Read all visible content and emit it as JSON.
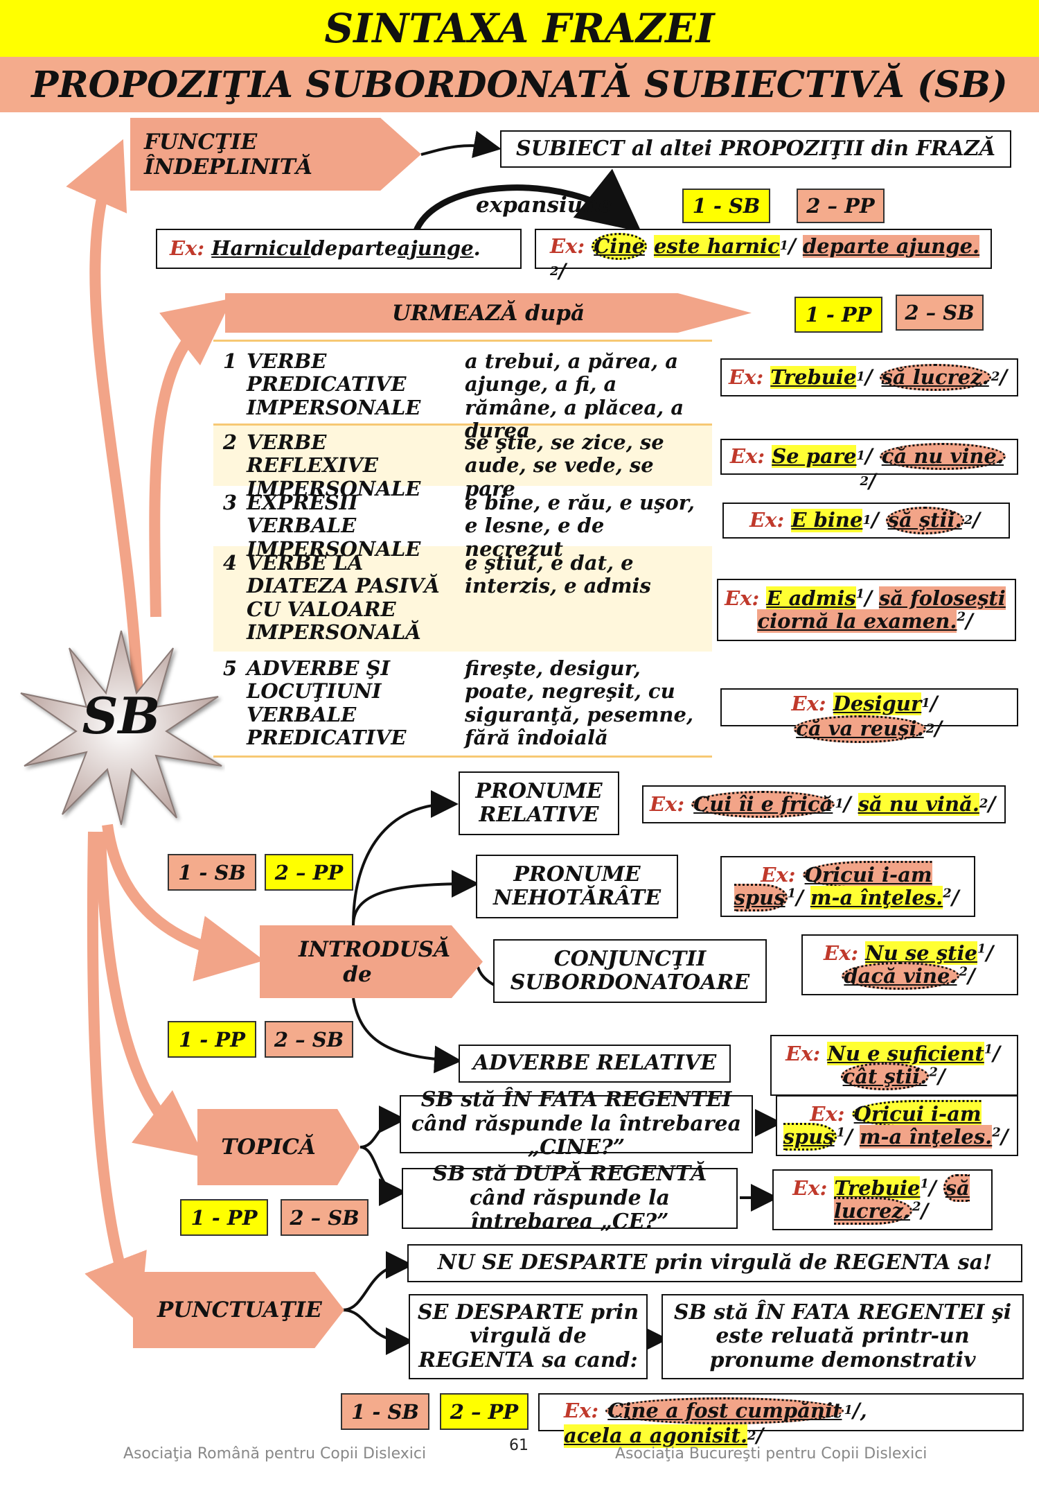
{
  "header": {
    "title": "SINTAXA FRAZEI",
    "subtitle": "PROPOZIŢIA SUBORDONATĂ SUBIECTIVĂ (SB)"
  },
  "center": {
    "label": "SB"
  },
  "functie": {
    "label": "FUNCŢIE ÎNDEPLINITĂ",
    "value": "SUBIECT al altei PROPOZIŢII din FRAZĂ",
    "expansion_label": "expansiune",
    "tag1": "1 - SB",
    "tag2": "2 – PP",
    "ex1": {
      "lbl": "Ex:",
      "a": "Harnicul",
      "b": " departe ",
      "c": "ajunge",
      "d": "."
    },
    "ex2": {
      "lbl": "Ex:",
      "a": "Cine",
      "b": "este harnic",
      "s1": "1",
      "sep": "/",
      "c": "departe ajunge.",
      "s2": "2",
      "end": "/"
    }
  },
  "urmeaza": {
    "label": "URMEAZĂ  după",
    "tag1": "1 - PP",
    "tag2": "2 – SB",
    "rows": [
      {
        "num": "1",
        "cat": "VERBE PREDICATIVE IMPERSONALE",
        "vals": "a trebui, a părea, a ajunge, a fi, a rămâne, a plăcea, a durea",
        "ex": {
          "lbl": "Ex:",
          "a": "Trebuie",
          "s1": "1",
          "sep": "/",
          "b": "să lucrez.",
          "s2": "2",
          "end": "/"
        }
      },
      {
        "num": "2",
        "cat": "VERBE REFLEXIVE IMPERSONALE",
        "vals": "se ştie, se zice, se aude, se vede, se pare",
        "ex": {
          "lbl": "Ex:",
          "a": "Se pare",
          "s1": "1",
          "sep": "/",
          "b": "că nu vine.",
          "s2": "2",
          "end": "/"
        }
      },
      {
        "num": "3",
        "cat": "EXPRESII VERBALE IMPERSONALE",
        "vals": "e bine, e rău, e uşor, e lesne, e de necrezut",
        "ex": {
          "lbl": "Ex:",
          "a": "E bine",
          "s1": "1",
          "sep": "/",
          "b": "să ştii.",
          "s2": "2",
          "end": "/"
        }
      },
      {
        "num": "4",
        "cat": "VERBE LA DIATEZA PASIVĂ CU VALOARE IMPERSONALĂ",
        "vals": "e ştiut, e dat, e interzis, e admis",
        "ex": {
          "lbl": "Ex:",
          "a": "E admis",
          "s1": "1",
          "sep": "/",
          "b": "să foloseşti ciornă la examen.",
          "s2": "2",
          "end": "/"
        }
      },
      {
        "num": "5",
        "cat": "ADVERBE ŞI LOCUŢIUNI VERBALE PREDICATIVE",
        "vals": "fireşte, desigur, poate, negreşit, cu siguranţă, pesemne, fără îndoială",
        "ex": {
          "lbl": "Ex:",
          "a": "Desigur",
          "s1": "1",
          "sep": "/",
          "b": "că va reuşi.",
          "s2": "2",
          "end": "/"
        }
      }
    ]
  },
  "introdusa": {
    "label": "INTRODUSĂ de",
    "tags_a": [
      "1 - SB",
      "2 – PP"
    ],
    "tags_b": [
      "1 - PP",
      "2 – SB"
    ],
    "items": [
      {
        "label": "PRONUME RELATIVE",
        "ex": {
          "lbl": "Ex:",
          "a": "Cui îi e frică",
          "s1": "1",
          "sep": "/",
          "b": "să nu vină.",
          "s2": "2",
          "end": "/"
        }
      },
      {
        "label": "PRONUME NEHOTĂRÂTE",
        "ex": {
          "lbl": "Ex:",
          "a": "Oricui i-am spus",
          "s1": "1",
          "sep": "/",
          "b": "m-a înţeles.",
          "s2": "2",
          "end": "/"
        }
      },
      {
        "label": "CONJUNCŢII SUBORDONATOARE",
        "ex": {
          "lbl": "Ex:",
          "a": "Nu se ştie",
          "s1": "1",
          "sep": "/",
          "b": "dacă vine.",
          "s2": "2",
          "end": "/"
        }
      },
      {
        "label": "ADVERBE RELATIVE",
        "ex": {
          "lbl": "Ex:",
          "a": "Nu e suficient",
          "s1": "1",
          "sep": "/",
          "b": "cât ştii.",
          "s2": "2",
          "end": "/"
        }
      }
    ]
  },
  "topica": {
    "label": "TOPICĂ",
    "tags": [
      "1 - PP",
      "2 – SB"
    ],
    "rule1": "SB stă ÎN FATA REGENTEI când răspunde la întrebarea „CINE?”",
    "ex1": {
      "lbl": "Ex:",
      "a": "Oricui i-am spus",
      "s1": "1",
      "sep": "/",
      "b": "m-a înţeles.",
      "s2": "2",
      "end": "/"
    },
    "rule2": "SB stă DUPĂ REGENTĂ când răspunde la întrebarea „CE?”",
    "ex2": {
      "lbl": "Ex:",
      "a": "Trebuie",
      "s1": "1",
      "sep": "/",
      "b": "să lucrez.",
      "s2": "2",
      "end": "/"
    }
  },
  "punctuatie": {
    "label": "PUNCTUAŢIE",
    "rule1": "NU SE DESPARTE prin virgulă de REGENTA sa!",
    "rule2": "SE DESPARTE prin virgulă de REGENTA sa cand:",
    "rule3": "SB stă ÎN FATA REGENTEI şi este reluată printr-un pronume demonstrativ",
    "tags": [
      "1 - SB",
      "2 – PP"
    ],
    "ex": {
      "lbl": "Ex:",
      "a": "Cine a fost cumpănit",
      "s1": "1",
      "sep": "/, ",
      "b": "acela a agonisit.",
      "s2": "2",
      "end": "/"
    }
  },
  "footer": {
    "left": "Asociaţia Română pentru Copii Dislexici",
    "page": "61",
    "right": "Asociaţia Bucureşti pentru Copii Dislexici"
  },
  "colors": {
    "yellow": "#ffff00",
    "salmon": "#f4ab8c",
    "red_label": "#c0392b"
  }
}
